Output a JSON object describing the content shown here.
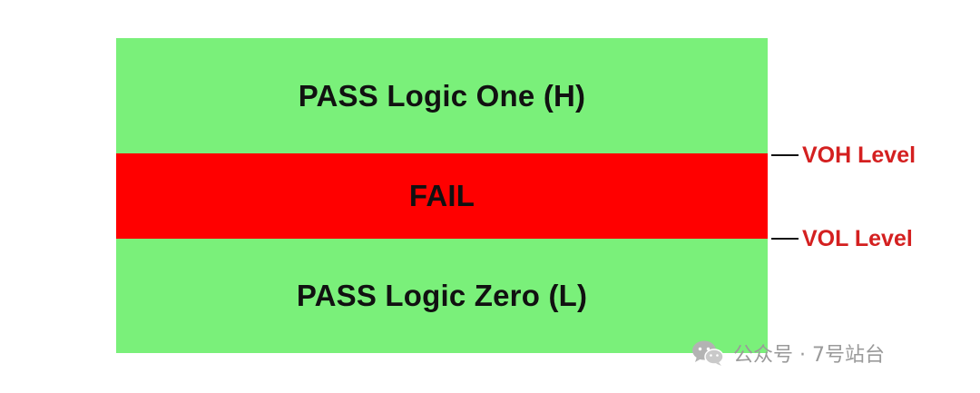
{
  "zones": {
    "high": "PASS Logic One (H)",
    "fail": "FAIL",
    "low": "PASS Logic Zero (L)"
  },
  "thresholds": {
    "voh": "VOH Level",
    "vol": "VOL Level"
  },
  "watermark": {
    "icon": "wechat-icon",
    "text": "公众号 · 7号站台"
  },
  "colors": {
    "pass": "#7af07a",
    "fail": "#ff0000",
    "threshold_label": "#d42020"
  }
}
